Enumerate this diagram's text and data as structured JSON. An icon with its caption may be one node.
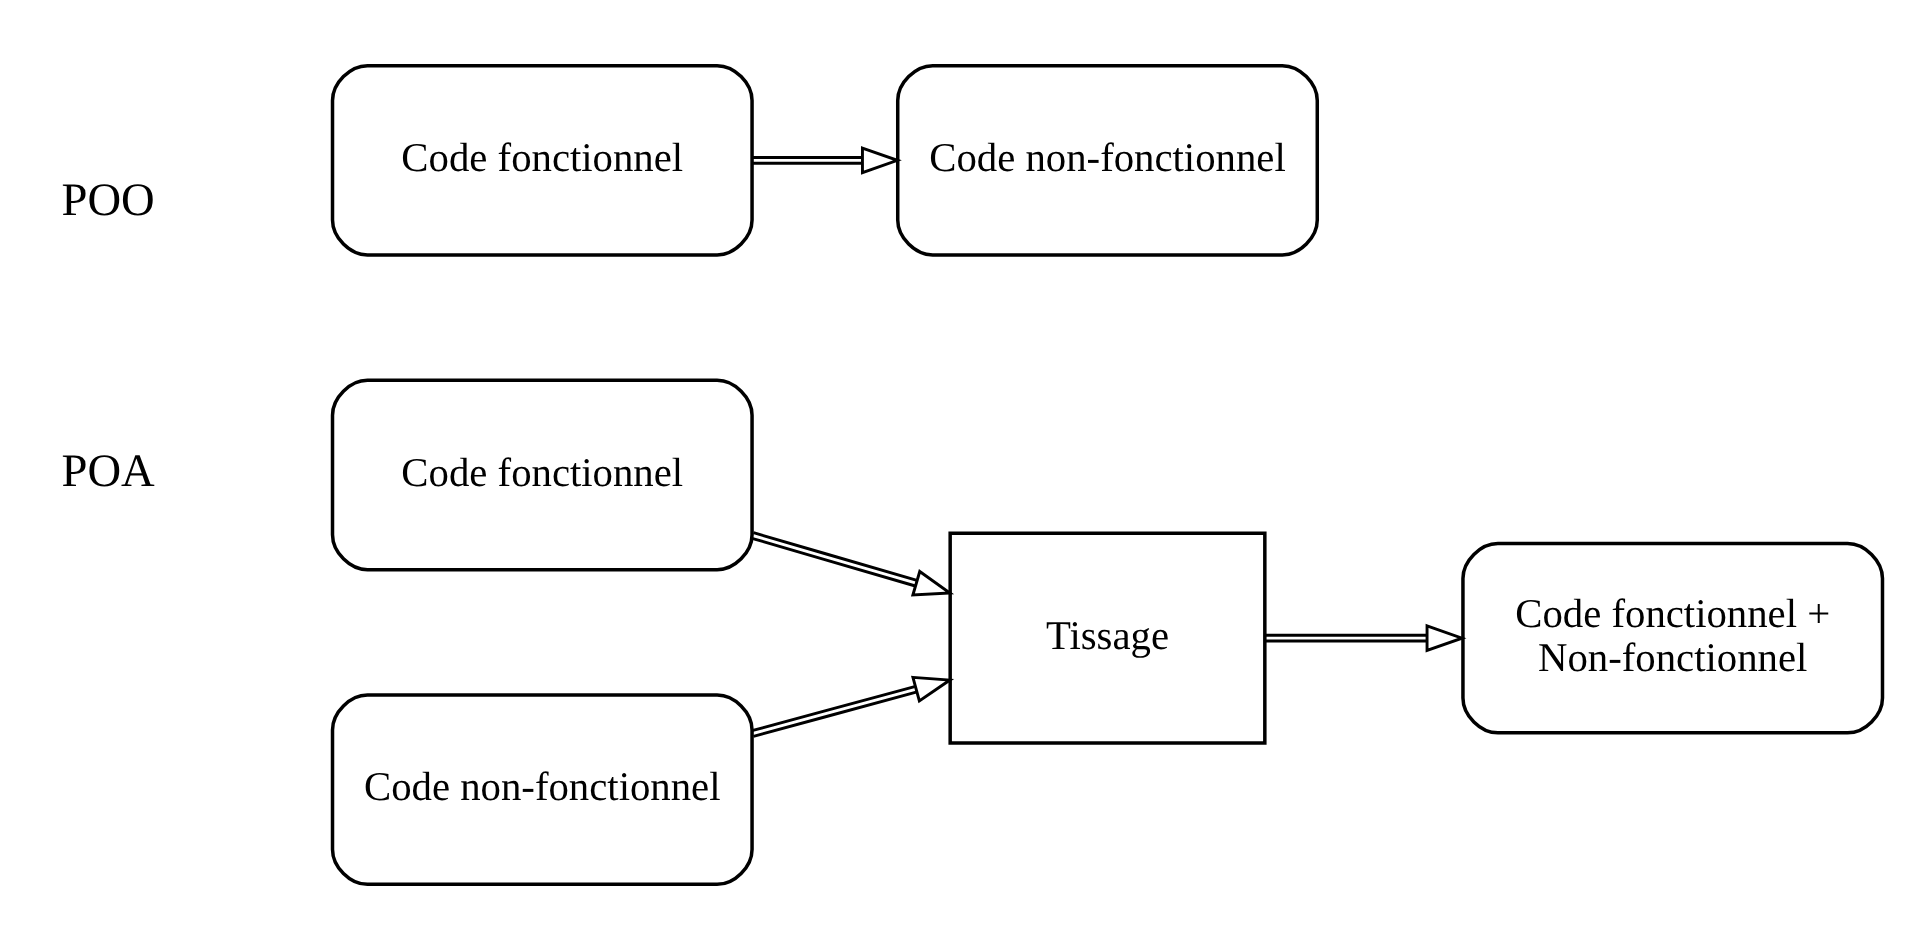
{
  "diagram": {
    "nodes": [
      {
        "text": [
          "Code fonctionnel"
        ]
      },
      {
        "text": [
          "Code non-fonctionnel"
        ]
      },
      {
        "text": [
          "Code fonctionnel"
        ]
      },
      {
        "text": [
          "Code non-fonctionnel"
        ]
      },
      {
        "text": [
          "Tissage"
        ]
      },
      {
        "text": [
          "Code fonctionnel + Non-fonctionnel"
        ]
      }
    ],
    "edges": [
      {
        "from": 0,
        "to": 1,
        "arrow": "to"
      },
      {
        "from": 2,
        "to": 4,
        "arrow": "to"
      },
      {
        "from": 3,
        "to": 4,
        "arrow": "to"
      },
      {
        "from": 4,
        "to": 5,
        "arrow": "to"
      }
    ],
    "labels": [
      "POO",
      "POA"
    ]
  }
}
